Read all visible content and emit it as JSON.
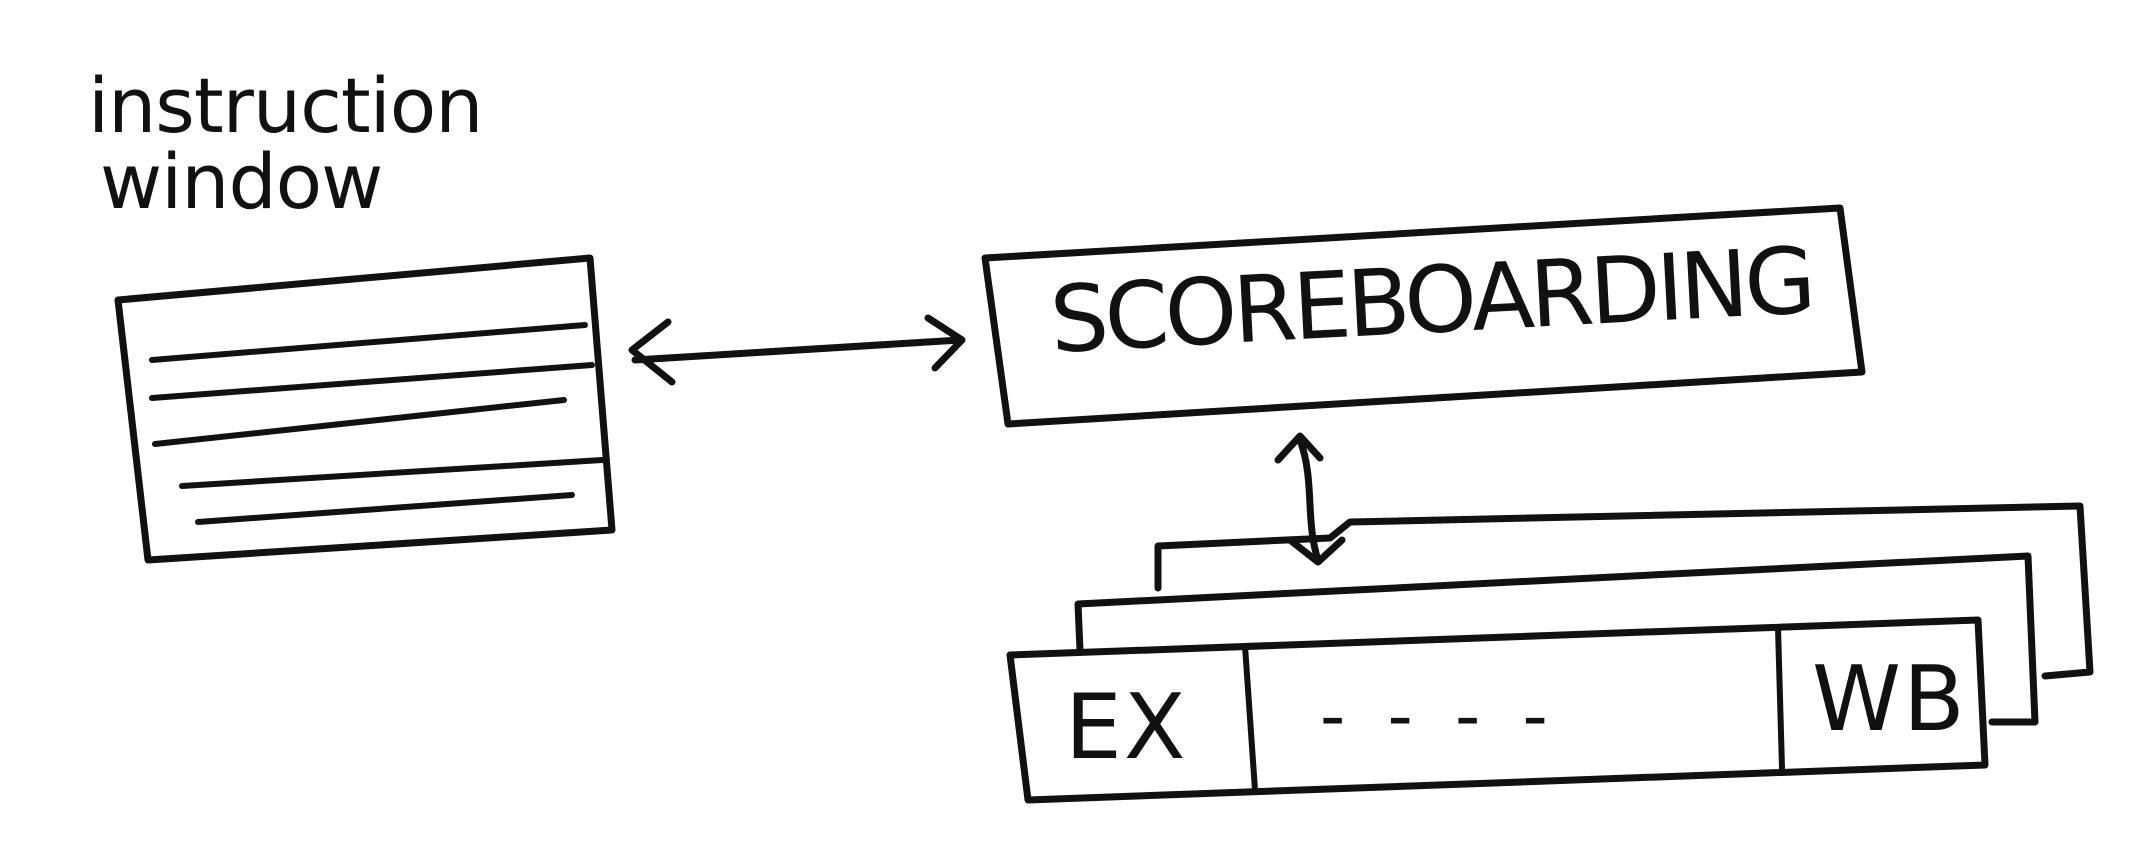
{
  "diagram": {
    "window_label": {
      "line1": "instruction",
      "line2": "window"
    },
    "scoreboard_label": "SCOREBOARDING",
    "pipeline": {
      "stage_left": "EX",
      "stage_middle": "- - - -",
      "stage_right": "WB"
    }
  },
  "style": {
    "ink_color": "#111111",
    "background": "#ffffff"
  }
}
